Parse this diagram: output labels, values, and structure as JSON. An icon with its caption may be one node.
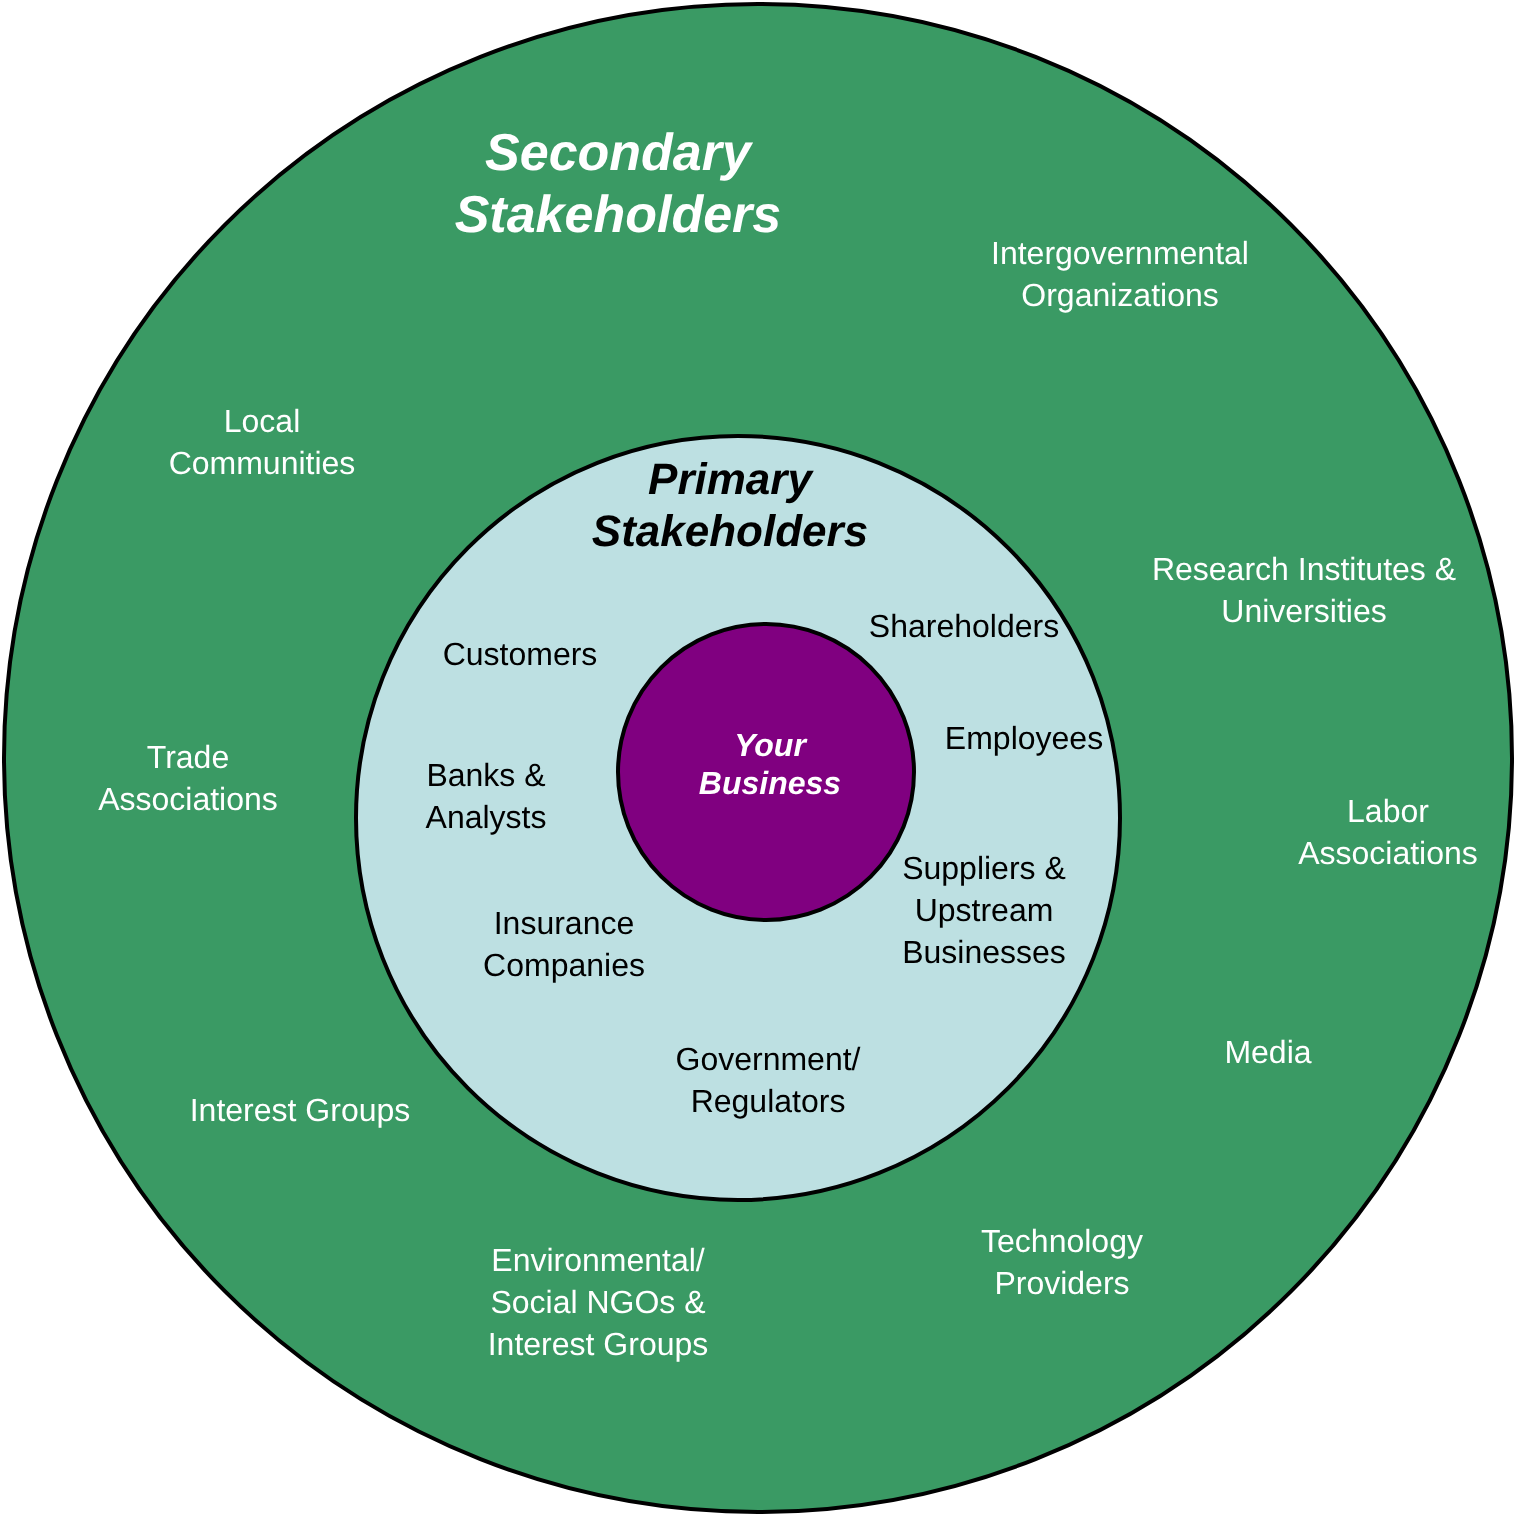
{
  "diagram": {
    "nodes": [
      {
        "text": [
          "Secondary Stakeholders"
        ]
      },
      {
        "text": [
          "Primary Stakeholders"
        ],
        "in": 0
      },
      {
        "text": [
          "Your Business"
        ],
        "in": 1
      }
    ],
    "labels": [
      "Intergovernmental Organizations",
      "Local Communities",
      "Research Institutes & Universities",
      "Shareholders",
      "Customers",
      "Employees",
      "Trade Associations",
      "Banks & Analysts",
      "Labor Associations",
      "Suppliers & Upstream Businesses",
      "Insurance Companies",
      "Media",
      "Government/ Regulators",
      "Interest Groups",
      "Technology Providers",
      "Environmental/ Social NGOs & Interest Groups"
    ]
  }
}
